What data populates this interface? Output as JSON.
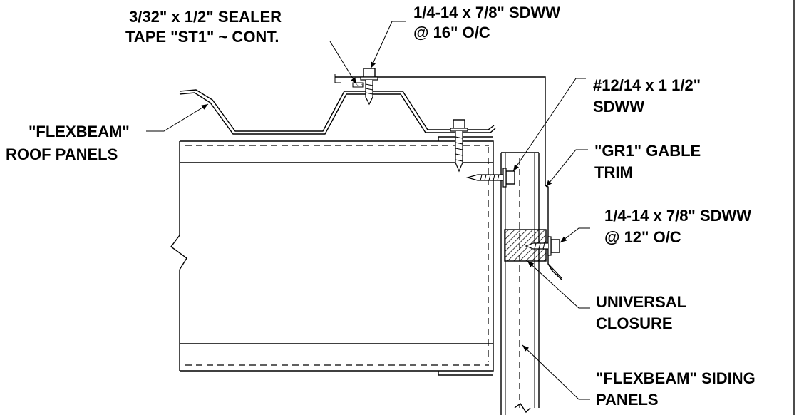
{
  "labels": {
    "sealer_tape": [
      "3/32\" x 1/2\" SEALER",
      "TAPE \"ST1\" ~ CONT."
    ],
    "screw_top": [
      "1/4-14 x 7/8\" SDWW",
      "@ 16\" O/C"
    ],
    "screw_12_14": [
      "#12/14 x 1 1/2\"",
      "SDWW"
    ],
    "roof_panels": [
      "\"FLEXBEAM\"",
      "ROOF PANELS"
    ],
    "gable_trim": [
      "\"GR1\" GABLE",
      "TRIM"
    ],
    "screw_side": [
      "1/4-14 x 7/8\" SDWW",
      "@ 12\" O/C"
    ],
    "closure": [
      "UNIVERSAL",
      "CLOSURE"
    ],
    "siding_panels": [
      "\"FLEXBEAM\" SIDING",
      "PANELS"
    ]
  }
}
